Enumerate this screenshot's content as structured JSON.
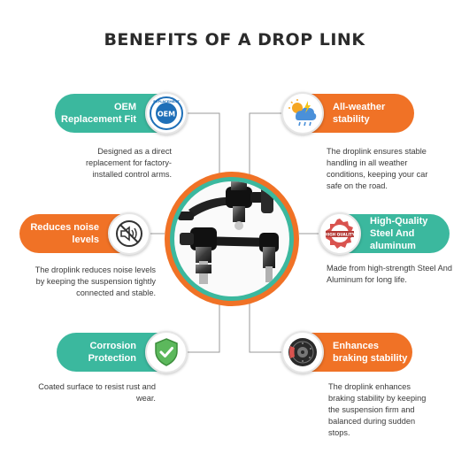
{
  "title": "BENEFITS OF A DROP LINK",
  "colors": {
    "teal": "#3bb89e",
    "orange": "#f07226",
    "line": "#9a9a9a"
  },
  "features": {
    "oem": {
      "label": "OEM Replacement Fit",
      "badge_text": "OEM",
      "badge_ring_text": "REPLACEMENT",
      "icon": "oem-badge-icon",
      "desc": "Designed as a direct replacement for factory-installed control arms."
    },
    "weather": {
      "label": "All-weather stability",
      "icon": "weather-icon",
      "desc": "The droplink ensures stable handling in all weather conditions, keeping your car safe on the road."
    },
    "noise": {
      "label": "Reduces noise levels",
      "icon": "no-noise-icon",
      "desc": "The droplink reduces noise levels by keeping the suspension tightly connected and stable."
    },
    "steel": {
      "label": "High-Quality Steel And aluminum",
      "badge_text": "HIGH QUALITY",
      "icon": "high-quality-badge-icon",
      "desc": "Made from high-strength Steel And Aluminum for long life."
    },
    "corrosion": {
      "label": "Corrosion Protection",
      "icon": "shield-check-icon",
      "desc": "Coated surface to resist rust and wear."
    },
    "braking": {
      "label": "Enhances braking stability",
      "icon": "brake-disc-icon",
      "desc": "The droplink enhances braking stability by keeping the suspension firm and balanced during sudden stops."
    }
  },
  "center_image": "drop-link-product"
}
